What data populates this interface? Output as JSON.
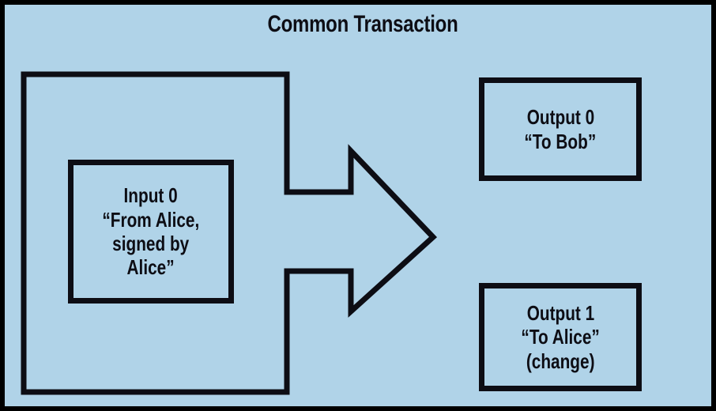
{
  "diagram": {
    "title": "Common Transaction",
    "background_color": "#b0d3e8",
    "stroke_color": "#0d0d14",
    "frame_color": "#000000"
  },
  "transaction_container": {
    "name": "transaction-body"
  },
  "arrow": {
    "name": "flow-arrow",
    "direction": "right"
  },
  "inputs": [
    {
      "id": "input-0",
      "lines": [
        "Input 0",
        "“From Alice,",
        "signed by",
        "Alice”"
      ]
    }
  ],
  "outputs": [
    {
      "id": "output-0",
      "lines": [
        "Output 0",
        "“To Bob”"
      ]
    },
    {
      "id": "output-1",
      "lines": [
        "Output 1",
        "“To Alice”",
        "(change)"
      ]
    }
  ]
}
